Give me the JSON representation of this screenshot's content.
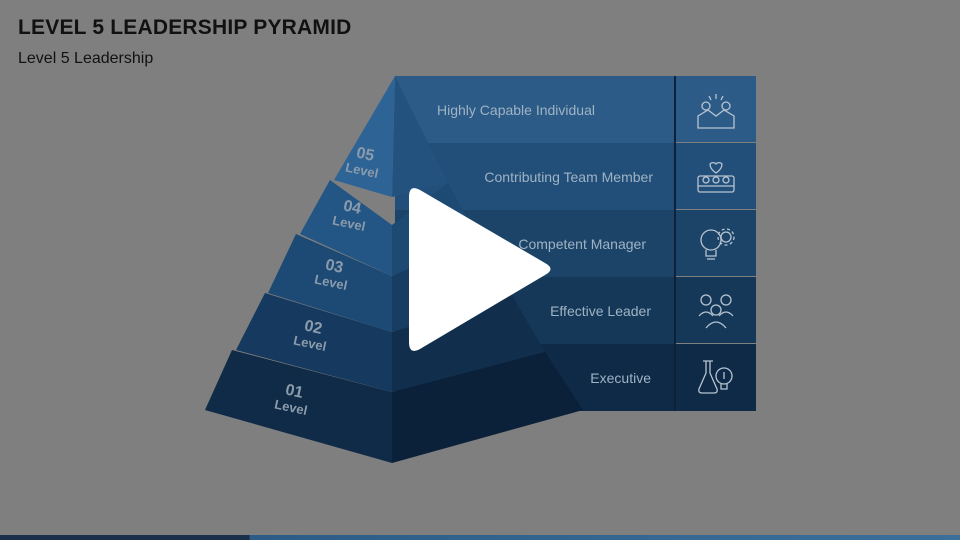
{
  "slide": {
    "title": "LEVEL 5 LEADERSHIP PYRAMID",
    "subtitle": "Level 5 Leadership"
  },
  "levels": [
    {
      "number": "05",
      "word": "Level",
      "label": "Highly Capable Individual",
      "icon": "team-collaboration-icon"
    },
    {
      "number": "04",
      "word": "Level",
      "label": "Contributing Team Member",
      "icon": "team-members-heart-icon"
    },
    {
      "number": "03",
      "word": "Level",
      "label": "Competent Manager",
      "icon": "lightbulb-gear-icon"
    },
    {
      "number": "02",
      "word": "Level",
      "label": "Effective Leader",
      "icon": "group-people-icon"
    },
    {
      "number": "01",
      "word": "Level",
      "label": "Executive",
      "icon": "idea-lab-flask-icon"
    }
  ],
  "colors": {
    "background": "#7f7f7f",
    "row_top": "#2b5b86",
    "row_bottom": "#0f2a47",
    "label_text": "#9fb3c4"
  },
  "player": {
    "play_icon": "play-icon"
  }
}
